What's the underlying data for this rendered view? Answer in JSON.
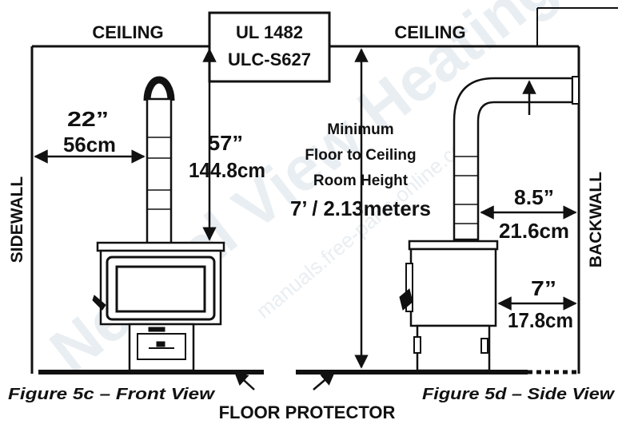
{
  "labels": {
    "ceiling_left": "CEILING",
    "ceiling_right": "CEILING",
    "ul_line1": "UL 1482",
    "ul_line2": "ULC-S627",
    "sidewall": "SIDEWALL",
    "backwall": "BACKWALL",
    "side_clear_in": "22”",
    "side_clear_cm": "56cm",
    "pipe_clear_in": "57”",
    "pipe_clear_cm": "144.8cm",
    "min_line1": "Minimum",
    "min_line2": "Floor to Ceiling",
    "min_line3": "Room Height",
    "min_line4": "7’ / 2.13meters",
    "back_pipe_in": "8.5”",
    "back_pipe_cm": "21.6cm",
    "back_stove_in": "7”",
    "back_stove_cm": "17.8cm",
    "fig_5c": "Figure 5c – Front View",
    "fig_5d": "Figure 5d – Side View",
    "floor_protector": "FLOOR PROTECTOR"
  },
  "watermark": {
    "main": "Neutral View Heating",
    "site": "manuals.free-parts-online.com"
  },
  "colors": {
    "line": "#111111",
    "watermark": "#e9eef2"
  }
}
